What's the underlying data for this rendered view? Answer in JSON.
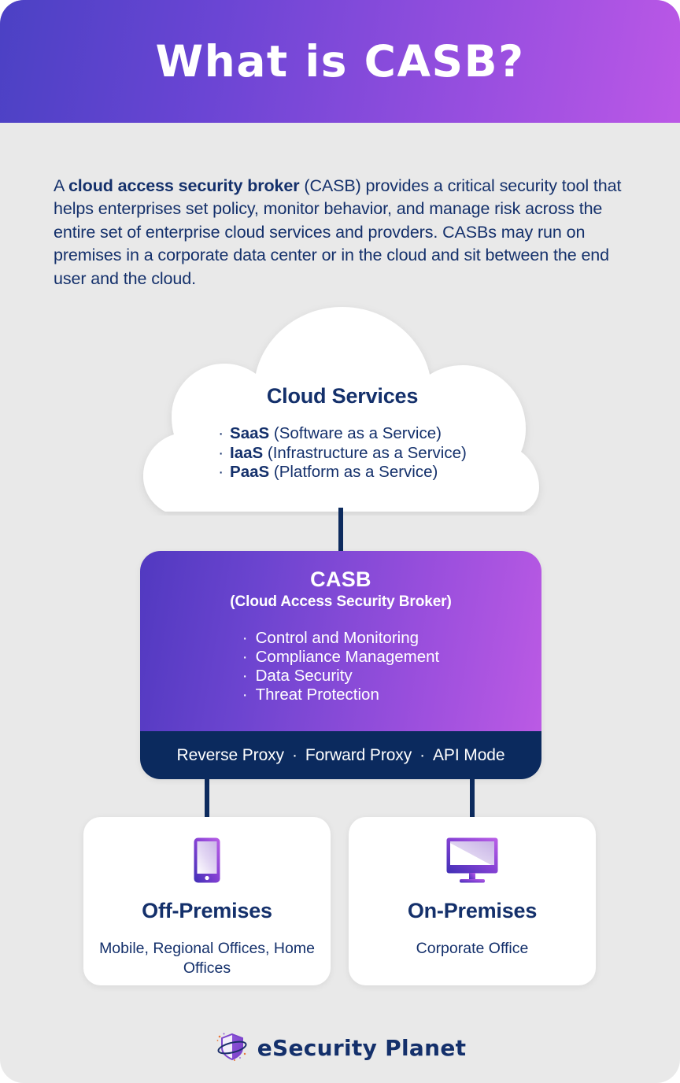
{
  "header": {
    "title": "What is CASB?",
    "gradient_from": "#4b41c4",
    "gradient_to": "#bb58e6"
  },
  "intro": {
    "lead_plain": "A ",
    "lead_bold": "cloud access security broker",
    "rest": " (CASB) provides a critical security tool that helps enterprises set policy, monitor behavior, and manage risk across the entire set of enterprise cloud services and provders. CASBs may run on premises in a corporate data center or in the cloud and sit between the end user and the cloud.",
    "text_color": "#14306b"
  },
  "cloud": {
    "title": "Cloud Services",
    "bullet_glyph": "·",
    "items": [
      {
        "term": "SaaS",
        "desc": " (Software as a Service)"
      },
      {
        "term": "IaaS",
        "desc": " (Infrastructure as a Service)"
      },
      {
        "term": "PaaS",
        "desc": " (Platform as a Service)"
      }
    ]
  },
  "casb": {
    "title": "CASB",
    "subtitle": "(Cloud Access Security Broker)",
    "bullet_glyph": "·",
    "features": [
      "Control and Monitoring",
      "Compliance Management",
      "Data Security",
      "Threat Protection"
    ],
    "modes": [
      "Reverse Proxy",
      "Forward Proxy",
      "API Mode"
    ],
    "mode_separator": "·",
    "gradient_from": "#5139c0",
    "gradient_to": "#bb5ae4",
    "footer_color": "#0b2a5e"
  },
  "cards": [
    {
      "icon": "mobile-phone-icon",
      "title": "Off-Premises",
      "subtitle": "Mobile, Regional Offices, Home Offices"
    },
    {
      "icon": "desktop-monitor-icon",
      "title": "On-Premises",
      "subtitle": "Corporate Office"
    }
  ],
  "brand": {
    "name": "eSecurity Planet",
    "logo_icon": "shield-orbit-logo",
    "color": "#14306b"
  },
  "colors": {
    "background": "#e9e9e9",
    "navy": "#14306b",
    "connector": "#0d2b5e",
    "card_bg": "#ffffff",
    "purple_light": "#bb58e6",
    "purple_dark": "#4b41c4"
  }
}
